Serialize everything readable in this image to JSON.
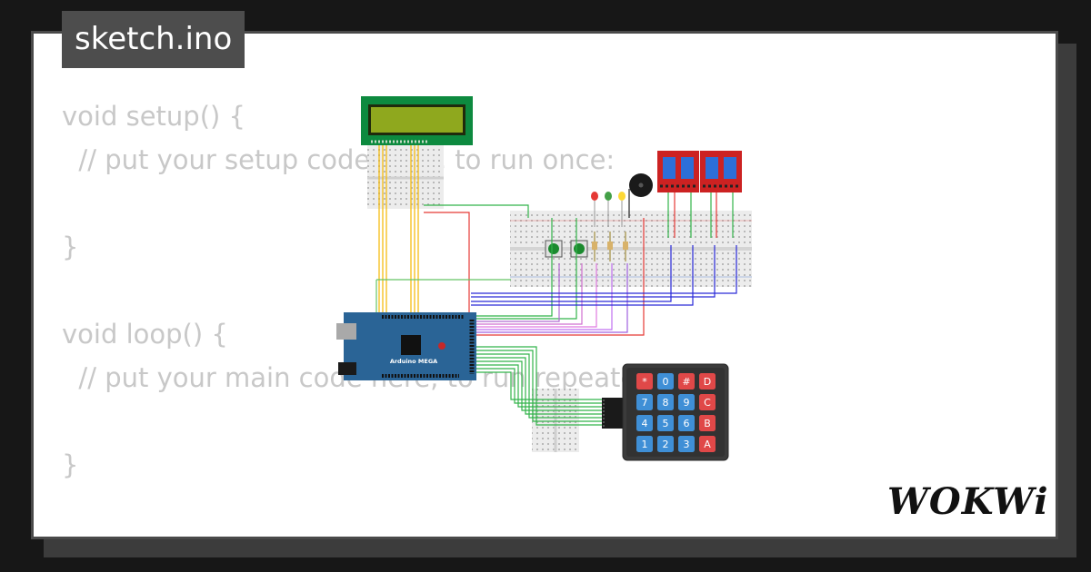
{
  "file_tab": {
    "name": "sketch.ino"
  },
  "code": {
    "lines": [
      "void setup() {",
      "  // put your setup code here, to run once:",
      "",
      "}",
      "",
      "void loop() {",
      "  // put your main code here, to run repeatedly:",
      "",
      "}"
    ]
  },
  "board": {
    "label": "Arduino MEGA"
  },
  "keypad": {
    "rows": [
      [
        "*",
        "7",
        "4",
        "1"
      ],
      [
        "0",
        "8",
        "5",
        "2"
      ],
      [
        "#",
        "9",
        "6",
        "3"
      ],
      [
        "D",
        "C",
        "B",
        "A"
      ]
    ]
  },
  "brand": {
    "logo_text": "WOKWi"
  },
  "colors": {
    "background": "#171717",
    "card": "#ffffff",
    "code_text": "#c8c8c8",
    "tab": "#4d4d4d",
    "board": "#2a6496",
    "lcd_frame": "#0d8a3f",
    "relay": "#cc2222",
    "key_blue": "#3f8fd6",
    "key_red": "#e04848"
  }
}
